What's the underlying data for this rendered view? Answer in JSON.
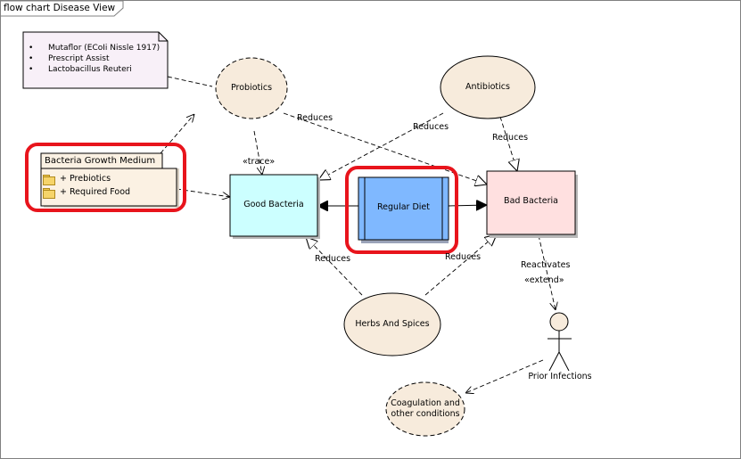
{
  "diagram_title": "flow chart Disease View",
  "note": {
    "items": [
      "Mutaflor (ECoIi Nissle 1917)",
      "Prescript Assist",
      "Lactobacillus Reuteri"
    ]
  },
  "nodes": {
    "probiotics": "Probiotics",
    "antibiotics": "Antibiotics",
    "good_bacteria": "Good Bacteria",
    "regular_diet": "Regular Diet",
    "bad_bacteria": "Bad Bacteria",
    "herbs_spices": "Herbs And Spices",
    "coagulation_line1": "Coagulation and",
    "coagulation_line2": "other conditions",
    "prior_infections": "Prior Infections"
  },
  "package": {
    "title": "Bacteria Growth Medium",
    "items": [
      "+ Prebiotics",
      "+ Required Food"
    ]
  },
  "edge_labels": {
    "trace": "«trace»",
    "reduces_probiotics_bad": "Reduces",
    "reduces_antibiotics_good": "Reduces",
    "reduces_antibiotics_bad": "Reduces",
    "reduces_herbs_good": "Reduces",
    "reduces_herbs_bad": "Reduces",
    "reactivates": "Reactivates",
    "extend": "«extend»"
  },
  "colors": {
    "ellipse_fill": "#f7ebdc",
    "good_bacteria_fill": "#ccffff",
    "regular_diet_fill": "#7fb8ff",
    "bad_bacteria_fill": "#ffe0e0",
    "note_fill": "#f8f0f8",
    "package_fill": "#fbf1e3",
    "highlight": "#e8141c"
  }
}
